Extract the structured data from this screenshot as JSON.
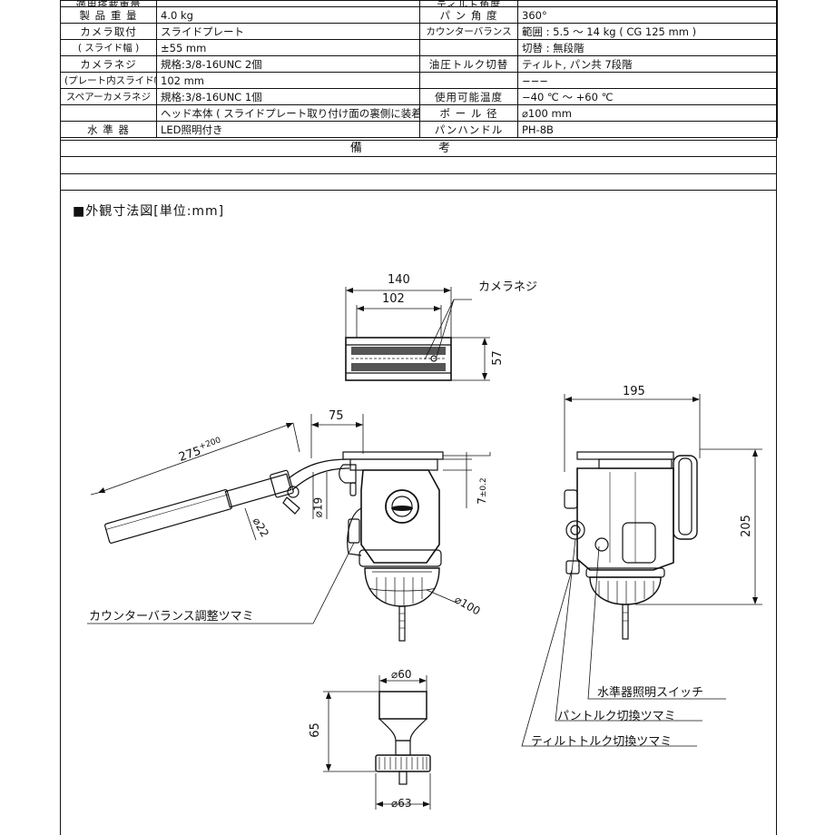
{
  "spec_rows": [
    {
      "l1": "適用搭載重量",
      "v1": "",
      "l2": "ティルト角度",
      "v2": "",
      "cut": true
    },
    {
      "l1": "製 品 重 量",
      "v1": "4.0 kg",
      "l2": "パ ン 角 度",
      "v2": "360°"
    },
    {
      "l1": "カメラ取付",
      "v1": "スライドプレート",
      "l2": "カウンターバランス",
      "v2": "範囲 : 5.5 〜 14 kg ( CG 125 mm )"
    },
    {
      "l1": "( スライド幅 )",
      "v1": "±55 mm",
      "l2": "",
      "v2": "切替 : 無段階"
    },
    {
      "l1": "カメラネジ",
      "v1": "規格:3/8-16UNC 2個",
      "l2": "油圧トルク切替",
      "v2": "ティルト, パン共 7段階"
    },
    {
      "l1": "(プレート内スライド幅)",
      "v1": "102 mm",
      "l2": "",
      "v2": "−−−"
    },
    {
      "l1": "スペアーカメラネジ",
      "v1": "規格:3/8-16UNC 1個",
      "l2": "使用可能温度",
      "v2": "−40 ℃ 〜 +60 ℃"
    },
    {
      "l1": "",
      "v1": "ヘッド本体 ( スライドプレート取り付け面の裏側に装着 )",
      "l2": "ポ ー ル 径",
      "v2": "⌀100 mm"
    },
    {
      "l1": "水 準 器",
      "v1": "LED照明付き",
      "l2": "パンハンドル",
      "v2": "PH-8B"
    }
  ],
  "remarks_title": "備 考",
  "section_title": "■外観寸法図[単位:mm]",
  "labels": {
    "camera_screw": "カメラネジ",
    "counterbalance_knob": "カウンターバランス調整ツマミ",
    "level_switch": "水準器照明スイッチ",
    "pan_torque_knob": "パントルク切換ツマミ",
    "tilt_torque_knob": "ティルトトルク切換ツマミ"
  },
  "dims": {
    "d140": "140",
    "d102": "102",
    "d57": "57",
    "d75": "75",
    "d275": "275",
    "d275sup": "+200",
    "d19": "⌀19",
    "d22": "⌀22",
    "d7": "7",
    "d7tol": "±0.2",
    "d100": "⌀100",
    "d195": "195",
    "d205": "205",
    "d60": "⌀60",
    "d65": "65",
    "d63": "⌀63"
  }
}
